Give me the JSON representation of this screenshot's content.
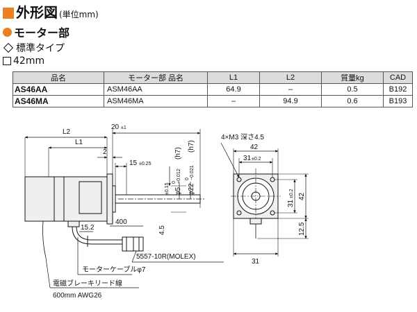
{
  "header": {
    "title": "外形図",
    "title_unit": "(単位mm)",
    "section": "モーター部",
    "variant": "標準タイプ",
    "frame_size": "42mm"
  },
  "colors": {
    "accent": "#f07d1e",
    "table_header": "#dcdcdc"
  },
  "icons": [
    "orange-square-icon",
    "orange-circle-icon",
    "diamond-icon",
    "square-outline-icon"
  ],
  "table": {
    "columns": [
      "品名",
      "モーター部 品名",
      "L1",
      "L2",
      "質量kg",
      "CAD"
    ],
    "rows": [
      [
        "AS46AA",
        "ASM46AA",
        "64.9",
        "–",
        "0.5",
        "B192"
      ],
      [
        "AS46MA",
        "ASM46MA",
        "–",
        "94.9",
        "0.6",
        "B193"
      ]
    ]
  },
  "drawing": {
    "side": {
      "L2": "L2",
      "L1": "L1",
      "d20": "20",
      "d20_tol": "±1",
      "d2": "2",
      "d15": "15",
      "d15_tol": "±0.25",
      "shaft_dia": "φ5",
      "shaft_dia_tol_hi": "0",
      "shaft_dia_tol_lo": "−0.012",
      "shaft_fit": "(h7)",
      "pilot_dia": "φ22",
      "pilot_dia_tol_hi": "0",
      "pilot_dia_tol_lo": "−0.021",
      "pilot_fit": "(h7)",
      "d45": "4.5",
      "d45_tol": "±0.15",
      "d152": "15.2",
      "d400": "400"
    },
    "front": {
      "holes": "4×M3 深さ4.5",
      "d42_top": "42",
      "d31_top": "31",
      "d31_top_tol": "±0.2",
      "d31_right": "31",
      "d31_right_tol": "±0.2",
      "d42_right": "42",
      "d125": "12.5",
      "d31_bottom": "31"
    },
    "callouts": {
      "connector": "5557-10R(MOLEX)",
      "motor_cable": "モーターケーブルφ7",
      "brake_lead": "電磁ブレーキリード線",
      "brake_lead_spec": "600mm AWG26"
    }
  }
}
